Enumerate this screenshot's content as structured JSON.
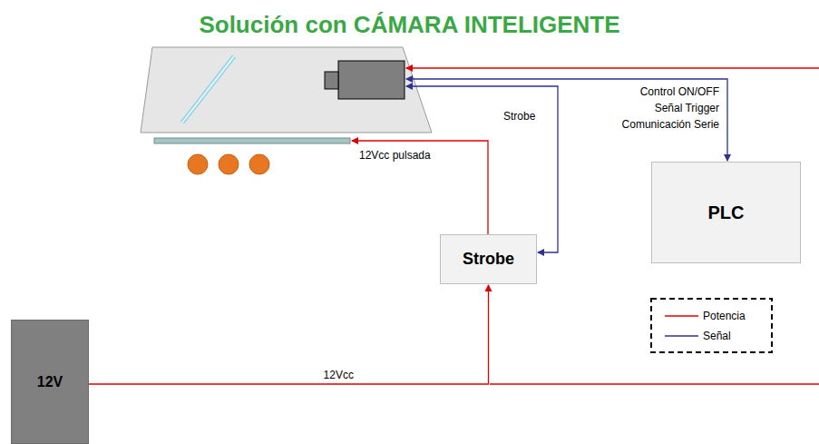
{
  "diagram": {
    "title": "Solución con CÁMARA INTELIGENTE",
    "nodes": [
      {
        "text": [
          "PLC"
        ]
      },
      {
        "text": [
          "Strobe"
        ]
      },
      {
        "text": [
          "12V"
        ]
      }
    ],
    "edges": [
      {
        "from": 2,
        "to": 1,
        "arrow": "to",
        "label": "12Vcc"
      }
    ],
    "labels": [
      "Control ON/OFF",
      "Señal Trigger",
      "Comunicación Serie",
      "Strobe",
      "12Vcc pulsada"
    ],
    "legend": [
      {
        "text": "Potencia"
      },
      {
        "text": "Señal"
      }
    ]
  }
}
